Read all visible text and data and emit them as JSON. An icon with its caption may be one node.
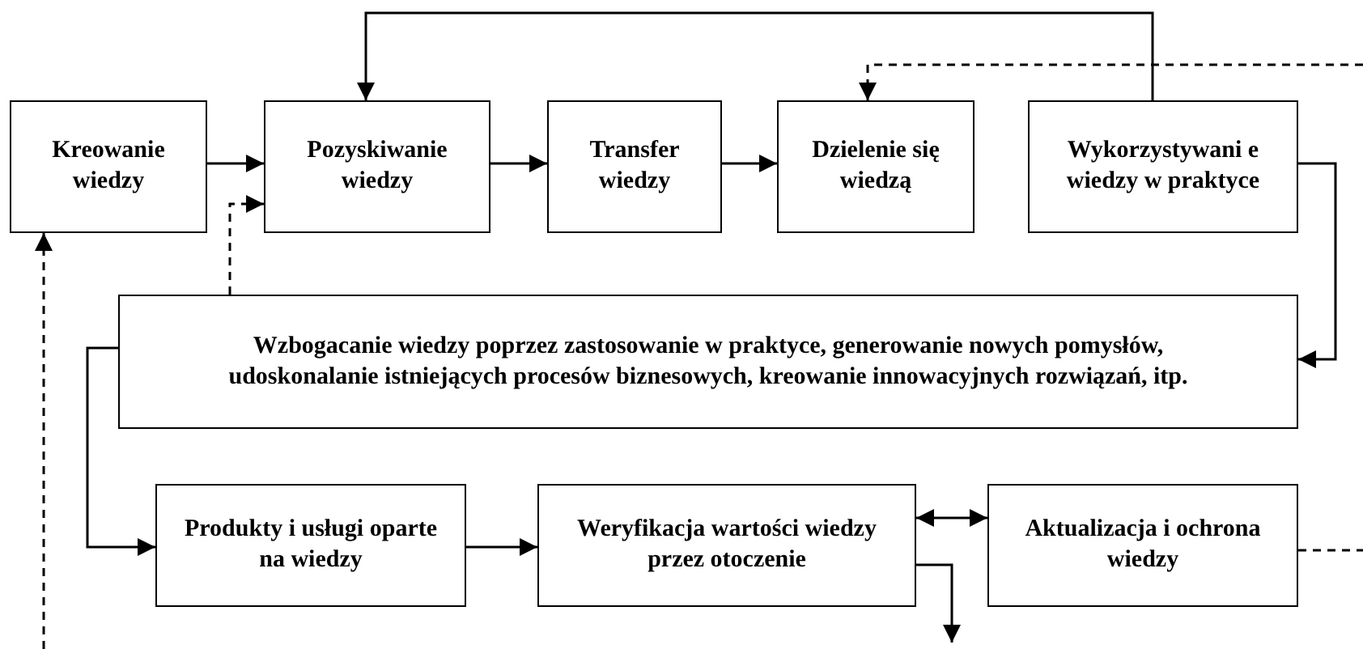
{
  "diagram": {
    "nodes": [
      {
        "text": [
          "Kreowanie wiedzy"
        ]
      },
      {
        "text": [
          "Pozyskiwanie wiedzy"
        ]
      },
      {
        "text": [
          "Transfer wiedzy"
        ]
      },
      {
        "text": [
          "Dzielenie się wiedzą"
        ]
      },
      {
        "text": [
          "Wykorzystywani e wiedzy w praktyce"
        ]
      },
      {
        "text": [
          "Wzbogacanie wiedzy poprzez zastosowanie w praktyce, generowanie nowych pomysłów, udoskonalanie istniejących procesów biznesowych, kreowanie innowacyjnych rozwiązań, itp."
        ]
      },
      {
        "text": [
          "Produkty i usługi oparte na wiedzy"
        ]
      },
      {
        "text": [
          "Weryfikacja wartości wiedzy przez otoczenie"
        ]
      },
      {
        "text": [
          "Aktualizacja i ochrona wiedzy"
        ]
      }
    ],
    "edges": [
      {
        "from": 0,
        "to": 1,
        "arrow": "to"
      },
      {
        "from": 1,
        "to": 2,
        "arrow": "to"
      },
      {
        "from": 2,
        "to": 3,
        "arrow": "to"
      },
      {
        "from": 4,
        "to": 1,
        "arrow": "to"
      },
      {
        "from": null,
        "to": 3,
        "arrow": "to",
        "style": "dashed"
      },
      {
        "from": 4,
        "to": 5,
        "arrow": "to"
      },
      {
        "from": 5,
        "to": 1,
        "arrow": "to",
        "style": "dashed"
      },
      {
        "from": 5,
        "to": 6,
        "arrow": "to"
      },
      {
        "from": 6,
        "to": 7,
        "arrow": "to"
      },
      {
        "from": 7,
        "to": 8,
        "arrow": "both"
      },
      {
        "from": 8,
        "to": null,
        "arrow": "none",
        "style": "dashed"
      },
      {
        "from": 7,
        "to": null,
        "arrow": "to"
      },
      {
        "from": null,
        "to": 0,
        "arrow": "to",
        "style": "dashed"
      }
    ]
  }
}
